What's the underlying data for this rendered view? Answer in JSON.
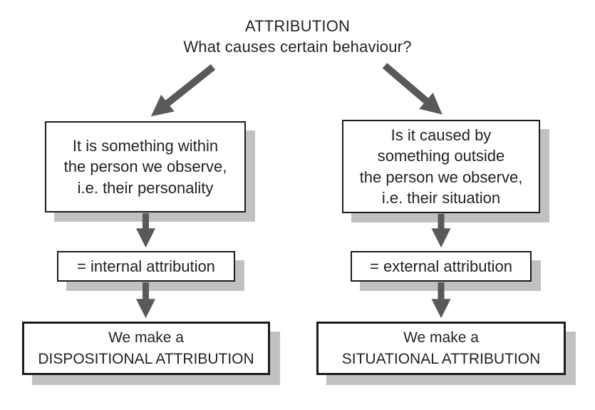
{
  "title": {
    "heading": "ATTRIBUTION",
    "question": "What causes certain behaviour?"
  },
  "branches": {
    "left": {
      "cause_lines": [
        "It is something within",
        "the person we observe,",
        "i.e. their personality"
      ],
      "label": "= internal attribution",
      "result_lines": [
        "We make a",
        "DISPOSITIONAL ATTRIBUTION"
      ]
    },
    "right": {
      "cause_lines": [
        "Is it caused by",
        "something outside",
        "the person we observe,",
        "i.e. their situation"
      ],
      "label": "= external attribution",
      "result_lines": [
        "We make a",
        "SITUATIONAL ATTRIBUTION"
      ]
    }
  },
  "colors": {
    "arrow": "#58595b",
    "box_border": "#1c1c1e",
    "box_shadow": "#bfc1c3",
    "text": "#231f20",
    "background": "#ffffff"
  }
}
